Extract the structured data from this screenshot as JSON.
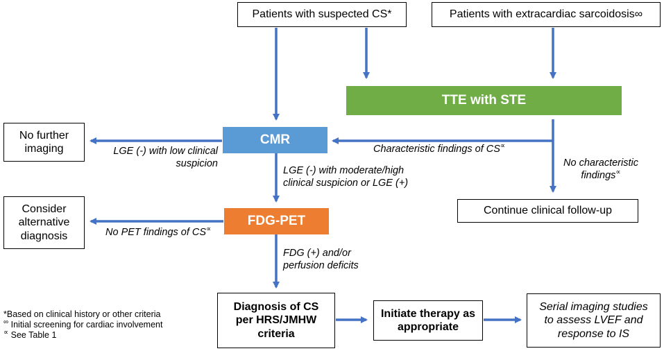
{
  "nodes": {
    "suspected_cs": "Patients with suspected CS*",
    "extracardiac": "Patients with extracardiac sarcoidosis∞",
    "tte": "TTE with STE",
    "cmr": "CMR",
    "no_further_l1": "No further",
    "no_further_l2": "imaging",
    "fdg_pet": "FDG-PET",
    "consider_l1": "Consider",
    "consider_l2": "alternative",
    "consider_l3": "diagnosis",
    "continue_followup": "Continue clinical follow-up",
    "diagnosis_l1": "Diagnosis of CS",
    "diagnosis_l2": "per HRS/JMHW",
    "diagnosis_l3": "criteria",
    "therapy_l1": "Initiate therapy as",
    "therapy_l2": "appropriate",
    "serial_l1": "Serial imaging studies",
    "serial_l2": "to assess LVEF and",
    "serial_l3": "response to IS"
  },
  "edge_labels": {
    "lge_low_l1": "LGE (-) with low clinical",
    "lge_low_l2": "suspicion",
    "lge_mod_l1": "LGE (-) with moderate/high",
    "lge_mod_l2": "clinical suspicion or LGE (+)",
    "no_pet": "No PET findings of CS",
    "characteristic": "Characteristic findings of CS",
    "no_char_l1": "No characteristic",
    "no_char_l2": "findings",
    "fdg_l1": "FDG (+) and/or",
    "fdg_l2": "perfusion deficits",
    "ref_symbol": "∝"
  },
  "footnotes": {
    "fn1": "*Based on clinical history or other criteria",
    "fn2_symbol": "∞",
    "fn2": " Initial screening for cardiac involvement",
    "fn3_symbol": "∝",
    "fn3": " See Table 1"
  },
  "colors": {
    "arrow": "#4472C4",
    "tte_fill": "#70AD47",
    "cmr_fill": "#5B9BD5",
    "fdg_fill": "#ED7D31"
  }
}
